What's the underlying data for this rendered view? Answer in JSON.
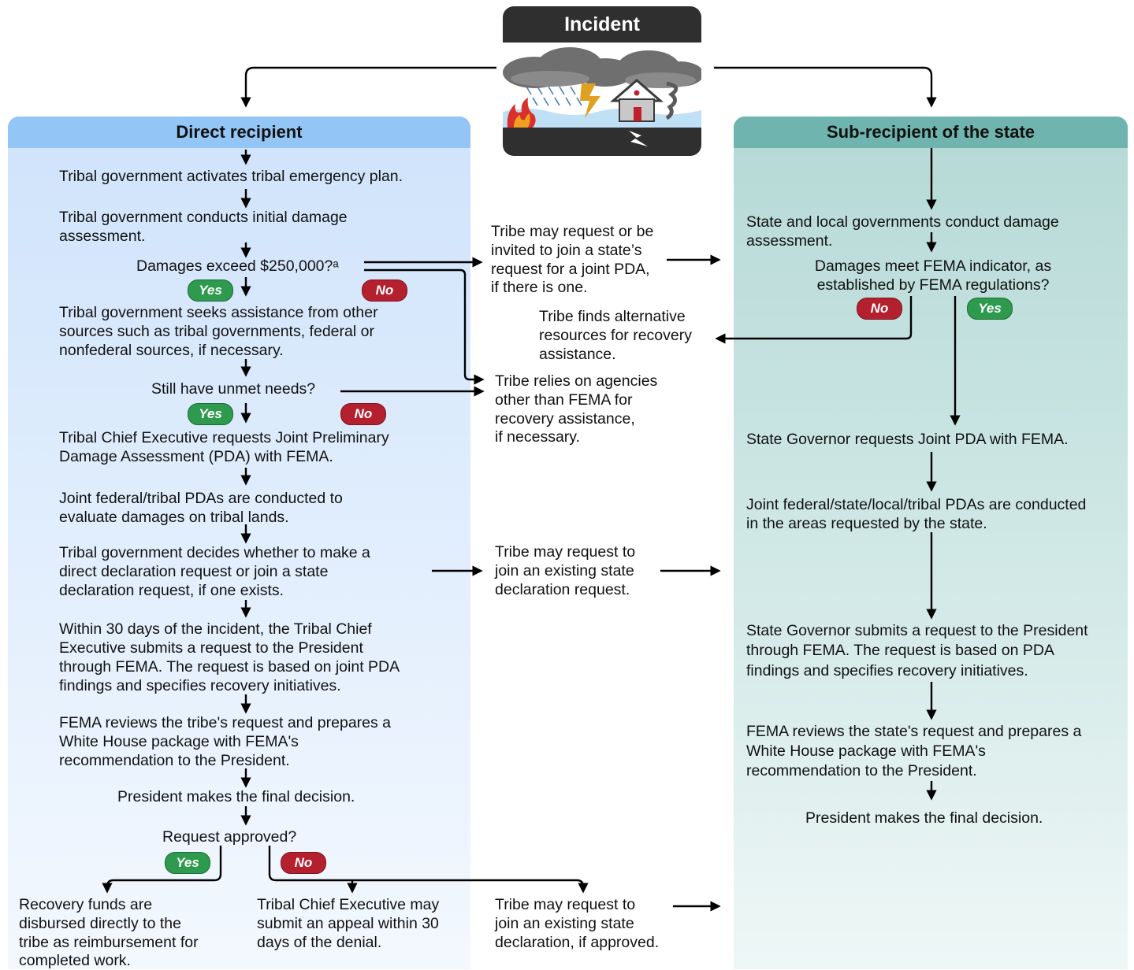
{
  "incident": {
    "title": "Incident"
  },
  "direct": {
    "header": "Direct recipient",
    "step1": "Tribal government activates tribal emergency plan.",
    "step2a": "Tribal government conducts initial damage",
    "step2b": "assessment.",
    "q1": "Damages exceed $250,000?ᵃ",
    "yes1": "Yes",
    "no1": "No",
    "step3a": "Tribal government seeks assistance from other",
    "step3b": "sources such as tribal governments, federal or",
    "step3c": "nonfederal sources, if necessary.",
    "q2": "Still have unmet needs?",
    "yes2": "Yes",
    "no2": "No",
    "step4a": "Tribal Chief Executive requests Joint Preliminary",
    "step4b": "Damage Assessment (PDA) with FEMA.",
    "step5a": "Joint federal/tribal PDAs are conducted to",
    "step5b": "evaluate damages on tribal lands.",
    "step6a": "Tribal government decides whether to make a",
    "step6b": "direct declaration request or join a state",
    "step6c": "declaration request, if one exists.",
    "step7a": "Within 30 days of the incident, the Tribal Chief",
    "step7b": "Executive submits a request to the President",
    "step7c": "through FEMA. The request is based on joint PDA",
    "step7d": "findings and specifies recovery initiatives.",
    "step8a": "FEMA reviews the tribe's request and prepares a",
    "step8b": "White House package with FEMA's",
    "step8c": "recommendation to the President.",
    "step9": "President makes the final decision.",
    "q3": "Request approved?",
    "yes3": "Yes",
    "no3": "No",
    "out1a": "Recovery funds are",
    "out1b": "disbursed directly to the",
    "out1c": "tribe as reimbursement for",
    "out1d": "completed work.",
    "out2a": "Tribal Chief Executive may",
    "out2b": "submit an appeal within 30",
    "out2c": "days of the denial."
  },
  "middle": {
    "m1a": "Tribe may request or be",
    "m1b": "invited to join a state’s",
    "m1c": "request for a joint PDA,",
    "m1d": "if there is one.",
    "m2a": "Tribe finds alternative",
    "m2b": "resources for recovery",
    "m2c": "assistance.",
    "m3a": "Tribe relies on agencies",
    "m3b": "other than FEMA for",
    "m3c": "recovery assistance,",
    "m3d": "if necessary.",
    "m4a": "Tribe may request to",
    "m4b": "join an existing state",
    "m4c": "declaration request.",
    "m5a": "Tribe may request to",
    "m5b": "join an existing state",
    "m5c": "declaration, if approved."
  },
  "state": {
    "header": "Sub-recipient of the state",
    "s1a": "State and local governments conduct damage",
    "s1b": "assessment.",
    "q1a": "Damages meet FEMA indicator, as",
    "q1b": "established by FEMA regulations?",
    "no1": "No",
    "yes1": "Yes",
    "s2": "State Governor requests Joint PDA with FEMA.",
    "s3a": "Joint federal/state/local/tribal PDAs are conducted",
    "s3b": "in the areas requested by the state.",
    "s4a": "State Governor submits a request to the President",
    "s4b": "through FEMA. The request is based on PDA",
    "s4c": "findings and specifies recovery initiatives.",
    "s5a": "FEMA reviews the state's request and prepares a",
    "s5b": "White House package with FEMA's",
    "s5c": "recommendation to the President.",
    "s6": "President makes the final decision."
  },
  "colors": {
    "left_panel": "#cfe3fb",
    "left_header": "#93c5f6",
    "right_panel": "#b5d9d6",
    "right_header": "#6fb4ae",
    "yes_pill": "#2e9a4e",
    "no_pill": "#b5202e",
    "incident_box": "#2f2f2f"
  }
}
